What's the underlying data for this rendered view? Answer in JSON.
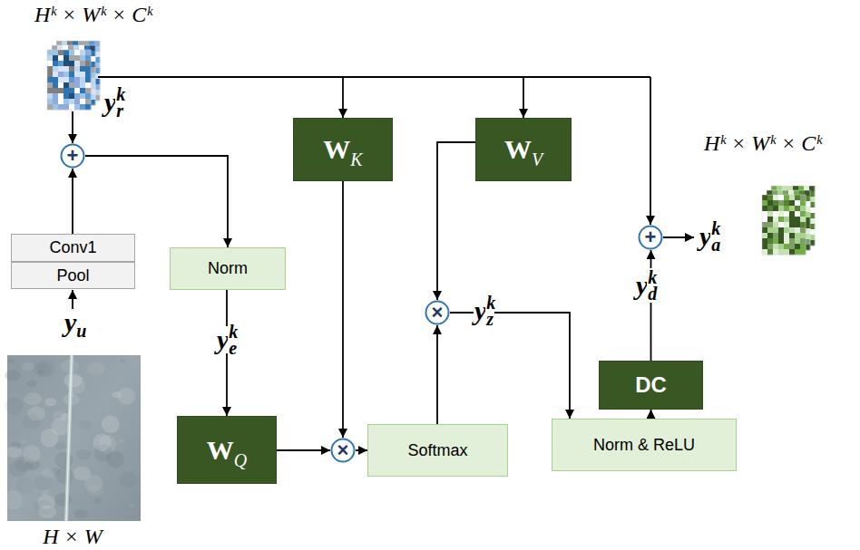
{
  "diagram": {
    "nodes": [
      {
        "text": [
          "+"
        ]
      },
      {
        "text": [
          "Conv1"
        ]
      },
      {
        "text": [
          "Pool"
        ]
      },
      {
        "text": [
          "W",
          "K"
        ]
      },
      {
        "text": [
          "W",
          "V"
        ]
      },
      {
        "text": [
          "+"
        ]
      },
      {
        "text": [
          "Norm"
        ]
      },
      {
        "text": [
          "×"
        ]
      },
      {
        "text": [
          "W",
          "Q"
        ]
      },
      {
        "text": [
          "×"
        ]
      },
      {
        "text": [
          "Softmax"
        ]
      },
      {
        "text": [
          "Norm & ReLU"
        ]
      },
      {
        "text": [
          "DC"
        ]
      }
    ],
    "edges": [
      {
        "from": 1,
        "to": 0,
        "arrow": "to"
      },
      {
        "from": 0,
        "to": 6,
        "arrow": "to"
      },
      {
        "from": 6,
        "to": 8,
        "arrow": "to"
      },
      {
        "from": 8,
        "to": 9,
        "arrow": "to"
      },
      {
        "from": 3,
        "to": 9,
        "arrow": "to"
      },
      {
        "from": 9,
        "to": 10,
        "arrow": "to"
      },
      {
        "from": 10,
        "to": 7,
        "arrow": "to"
      },
      {
        "from": 4,
        "to": 7,
        "arrow": "to"
      },
      {
        "from": 7,
        "to": 11,
        "arrow": "to"
      },
      {
        "from": 11,
        "to": 12,
        "arrow": "to"
      },
      {
        "from": 12,
        "to": 5,
        "arrow": "to"
      }
    ],
    "labels": [
      "Hᵏ × Wᵏ × Cᵏ",
      "y",
      "r",
      "k",
      "y",
      "u",
      "H × W",
      "y",
      "e",
      "k",
      "y",
      "z",
      "k",
      "y",
      "d",
      "k",
      "y",
      "a",
      "k",
      "Hᵏ × Wᵏ × Cᵏ"
    ]
  }
}
